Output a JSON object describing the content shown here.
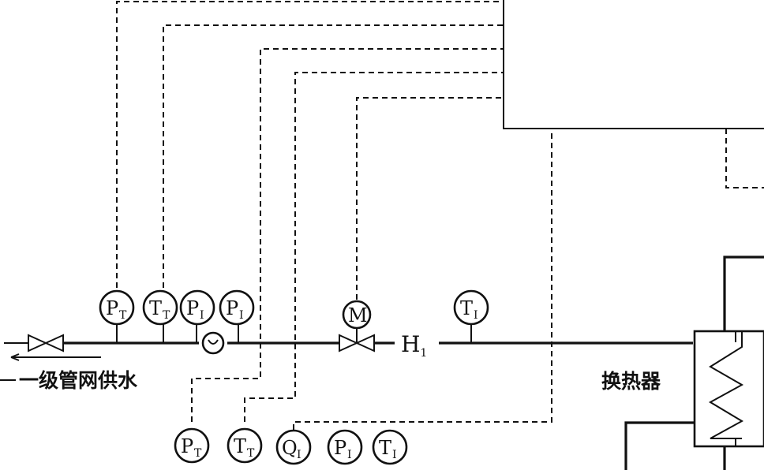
{
  "labels": {
    "supply": "一级管网供水",
    "exchanger": "换热器",
    "h_main": "H",
    "h_sub": "1"
  },
  "instruments": {
    "upper": [
      {
        "main": "P",
        "sub": "T"
      },
      {
        "main": "T",
        "sub": "T"
      },
      {
        "main": "P",
        "sub": "I"
      },
      {
        "main": "P",
        "sub": "I"
      }
    ],
    "motor": {
      "main": "M"
    },
    "t1": {
      "main": "T",
      "sub": "I"
    },
    "lower": [
      {
        "main": "P",
        "sub": "T"
      },
      {
        "main": "T",
        "sub": "T"
      },
      {
        "main": "Q",
        "sub": "I"
      },
      {
        "main": "P",
        "sub": "I"
      },
      {
        "main": "T",
        "sub": "I"
      }
    ]
  }
}
